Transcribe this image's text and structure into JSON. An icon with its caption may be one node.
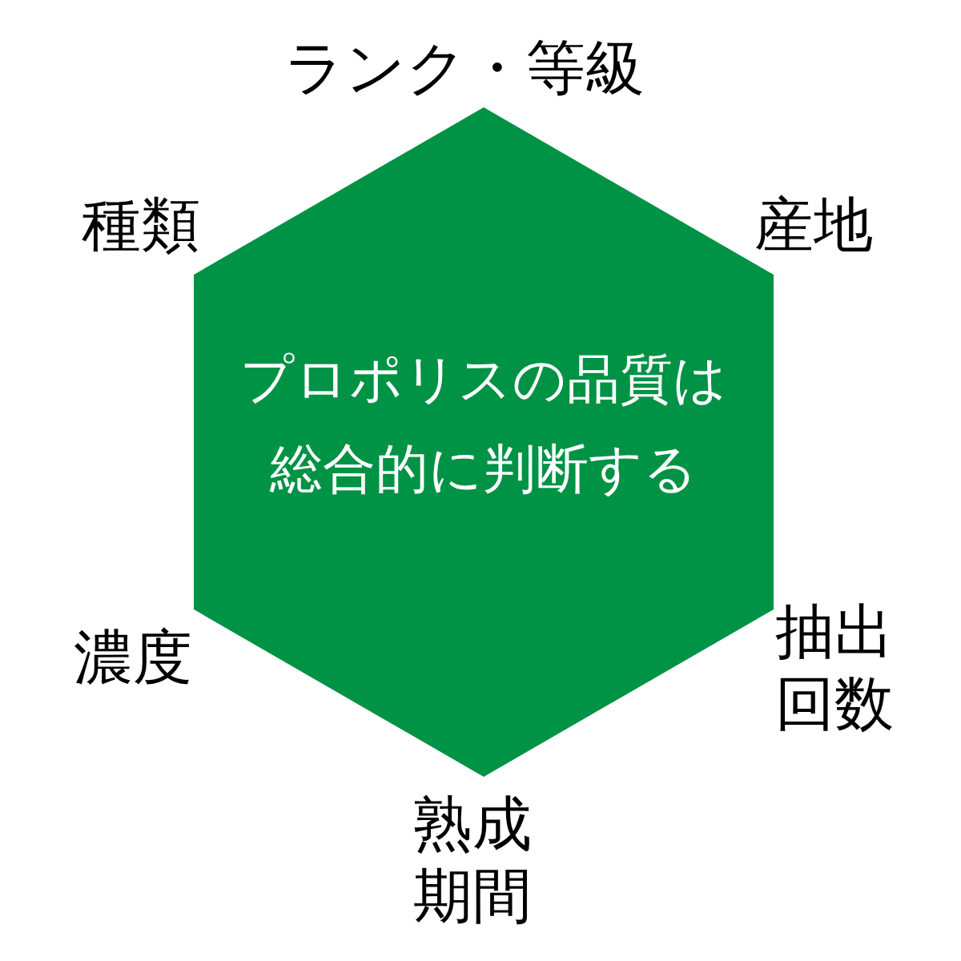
{
  "diagram": {
    "nodes": [
      {
        "text": [
          "プロポリスの品質は総合的に判断する"
        ],
        "beside": [
          "ランク・等級",
          "産地",
          "抽出回数",
          "熟成期間",
          "濃度",
          "種類"
        ]
      }
    ],
    "edges": []
  }
}
